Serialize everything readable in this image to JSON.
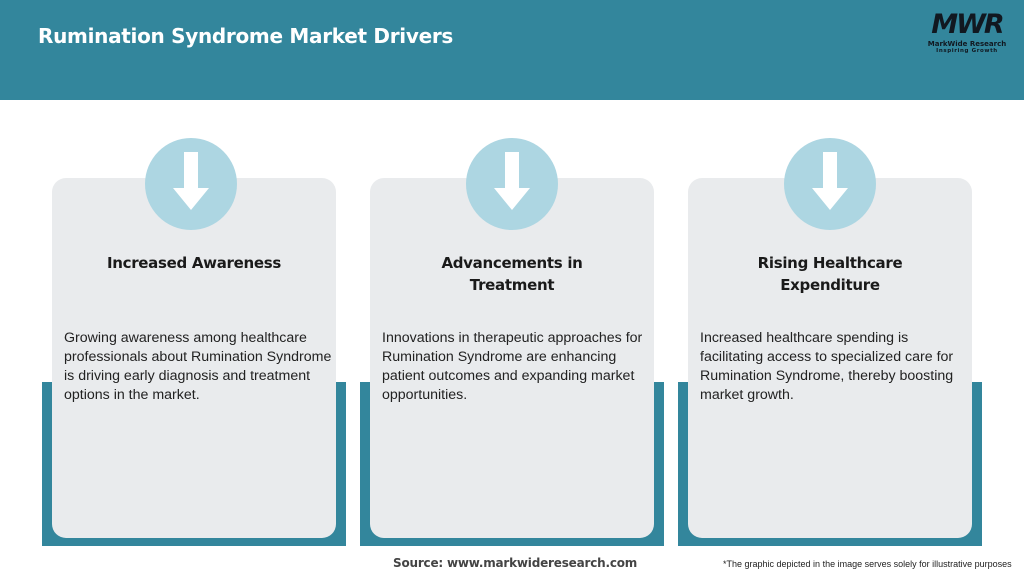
{
  "header": {
    "title": "Rumination Syndrome Market Drivers",
    "background_color": "#33869c"
  },
  "logo": {
    "mark": "MWR",
    "name": "MarkWide Research",
    "tagline": "Inspiring Growth"
  },
  "cards": [
    {
      "icon": "arrow-down-icon",
      "title": "Increased Awareness",
      "text": "Growing awareness among healthcare professionals about Rumination Syndrome is driving early diagnosis and treatment options in the market."
    },
    {
      "icon": "arrow-down-icon",
      "title": "Advancements in Treatment",
      "text": "Innovations in therapeutic approaches for Rumination Syndrome are enhancing patient outcomes and expanding market opportunities."
    },
    {
      "icon": "arrow-down-icon",
      "title": "Rising Healthcare Expenditure",
      "text": "Increased healthcare spending is facilitating access to specialized care for Rumination Syndrome, thereby boosting market growth."
    }
  ],
  "colors": {
    "accent_teal": "#33869c",
    "card_gray": "#e9ebed",
    "icon_circle": "#add6e2"
  },
  "footer": {
    "source": "Source: www.markwideresearch.com",
    "disclaimer": "*The graphic depicted in the image serves solely for illustrative purposes"
  }
}
